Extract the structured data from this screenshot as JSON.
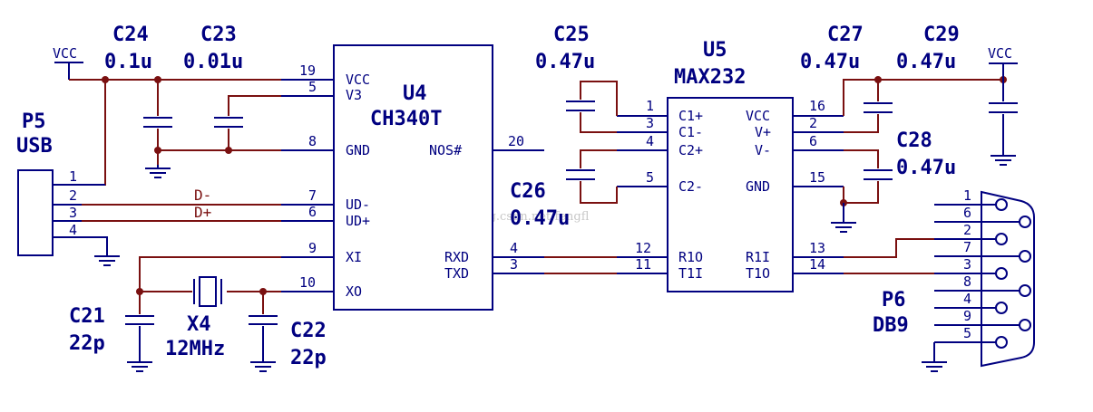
{
  "labels": {
    "vcc": "VCC",
    "c24_ref": "C24",
    "c24_val": "0.1u",
    "c23_ref": "C23",
    "c23_val": "0.01u",
    "c25_ref": "C25",
    "c25_val": "0.47u",
    "c26_ref": "C26",
    "c26_val": "0.47u",
    "c27_ref": "C27",
    "c27_val": "0.47u",
    "c28_ref": "C28",
    "c28_val": "0.47u",
    "c29_ref": "C29",
    "c29_val": "0.47u",
    "c21_ref": "C21",
    "c21_val": "22p",
    "c22_ref": "C22",
    "c22_val": "22p",
    "x4_ref": "X4",
    "x4_val": "12MHz",
    "p5_ref": "P5",
    "p5_val": "USB",
    "p6_ref": "P6",
    "p6_val": "DB9",
    "u4_ref": "U4",
    "u4_val": "CH340T",
    "u5_ref": "U5",
    "u5_val": "MAX232",
    "d_minus": "D-",
    "d_plus": "D+"
  },
  "u4_pins": {
    "vcc": "VCC",
    "v3": "V3",
    "gnd": "GND",
    "ud_minus": "UD-",
    "ud_plus": "UD+",
    "xi": "XI",
    "xo": "XO",
    "nos": "NOS#",
    "rxd": "RXD",
    "txd": "TXD",
    "n19": "19",
    "n5": "5",
    "n8": "8",
    "n7": "7",
    "n6": "6",
    "n9": "9",
    "n10": "10",
    "n20": "20",
    "n4": "4",
    "n3": "3"
  },
  "u5_pins": {
    "c1p": "C1+",
    "c1m": "C1-",
    "c2p": "C2+",
    "c2m": "C2-",
    "r1o": "R1O",
    "t1i": "T1I",
    "vcc": "VCC",
    "vp": "V+",
    "vm": "V-",
    "gnd": "GND",
    "r1i": "R1I",
    "t1o": "T1O",
    "n1": "1",
    "n3": "3",
    "n4": "4",
    "n5": "5",
    "n12": "12",
    "n11": "11",
    "n16": "16",
    "n2": "2",
    "n6": "6",
    "n15": "15",
    "n13": "13",
    "n14": "14"
  },
  "p5_pins": [
    "1",
    "2",
    "3",
    "4"
  ],
  "p6_pins": [
    "1",
    "6",
    "2",
    "7",
    "3",
    "8",
    "4",
    "9",
    "5"
  ],
  "watermark": "http://blog.csdn.net/fengfl"
}
